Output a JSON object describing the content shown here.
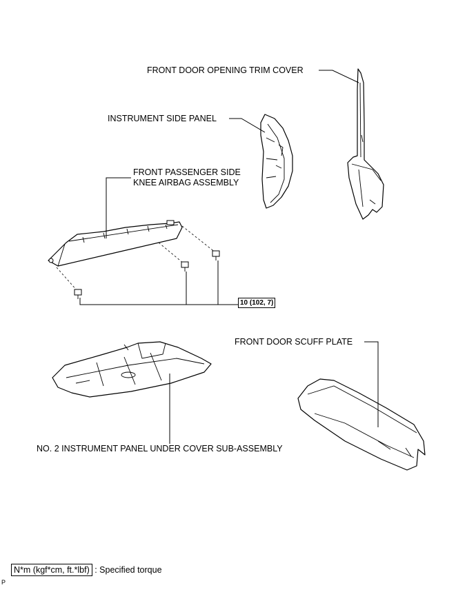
{
  "labels": {
    "front_door_opening_trim_cover": "FRONT DOOR OPENING TRIM COVER",
    "instrument_side_panel": "INSTRUMENT SIDE PANEL",
    "knee_airbag_line1": "FRONT PASSENGER SIDE",
    "knee_airbag_line2": "KNEE AIRBAG ASSEMBLY",
    "front_door_scuff_plate": "FRONT DOOR SCUFF PLATE",
    "under_cover": "NO. 2 INSTRUMENT PANEL UNDER COVER SUB-ASSEMBLY"
  },
  "torque": {
    "value": "10 (102, 7)"
  },
  "legend": {
    "units": "N*m (kgf*cm, ft.*lbf)",
    "description": ": Specified torque"
  },
  "corner_mark": "P"
}
